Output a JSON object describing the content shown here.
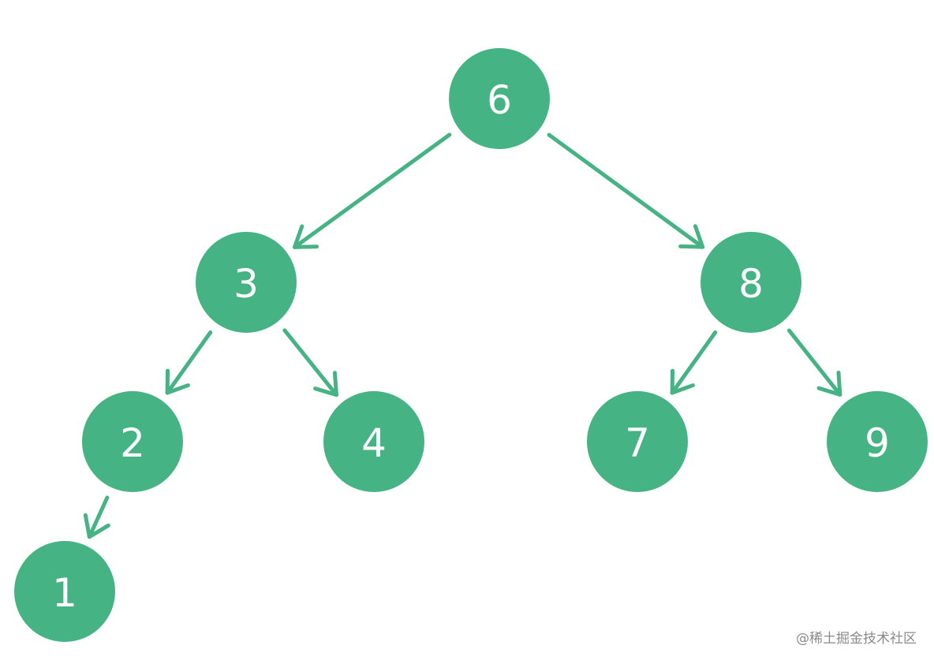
{
  "diagram": {
    "type": "binary-search-tree",
    "node_color": "#45b383",
    "label_color": "#ffffff",
    "nodes": [
      {
        "id": "6",
        "label": "6"
      },
      {
        "id": "3",
        "label": "3"
      },
      {
        "id": "8",
        "label": "8"
      },
      {
        "id": "2",
        "label": "2"
      },
      {
        "id": "4",
        "label": "4"
      },
      {
        "id": "7",
        "label": "7"
      },
      {
        "id": "9",
        "label": "9"
      },
      {
        "id": "1",
        "label": "1"
      }
    ],
    "edges": [
      {
        "from": "6",
        "to": "3"
      },
      {
        "from": "6",
        "to": "8"
      },
      {
        "from": "3",
        "to": "2"
      },
      {
        "from": "3",
        "to": "4"
      },
      {
        "from": "8",
        "to": "7"
      },
      {
        "from": "8",
        "to": "9"
      },
      {
        "from": "2",
        "to": "1"
      }
    ]
  },
  "watermark": {
    "text": "@稀土掘金技术社区"
  }
}
